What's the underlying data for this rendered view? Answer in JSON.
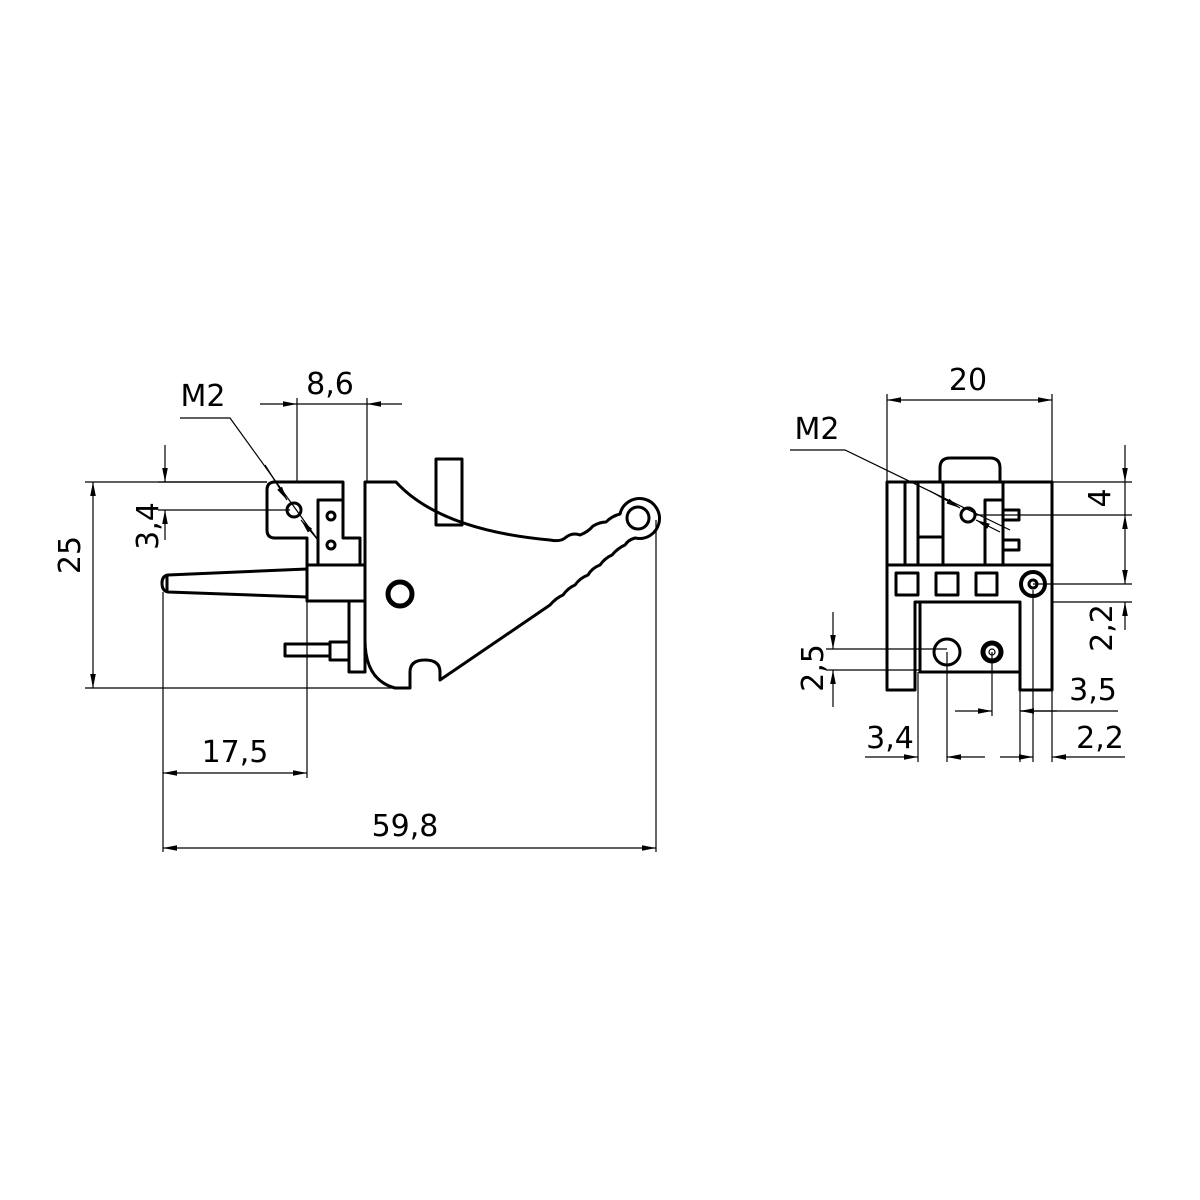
{
  "side_view": {
    "thread_label": "M2",
    "dim_top_width": "8,6",
    "dim_thread_offset": "3,4",
    "dim_height": "25",
    "dim_pin_length": "17,5",
    "dim_total_length": "59,8"
  },
  "front_view": {
    "thread_label": "M2",
    "dim_width": "20",
    "dim_thread_height": "4",
    "dim_hole_offset_right": "2,2",
    "dim_hole_height": "2,5",
    "dim_hole_spacing": "3,5",
    "dim_hole_offset_left": "3,4",
    "dim_hole_offset_bottom_right": "2,2"
  }
}
